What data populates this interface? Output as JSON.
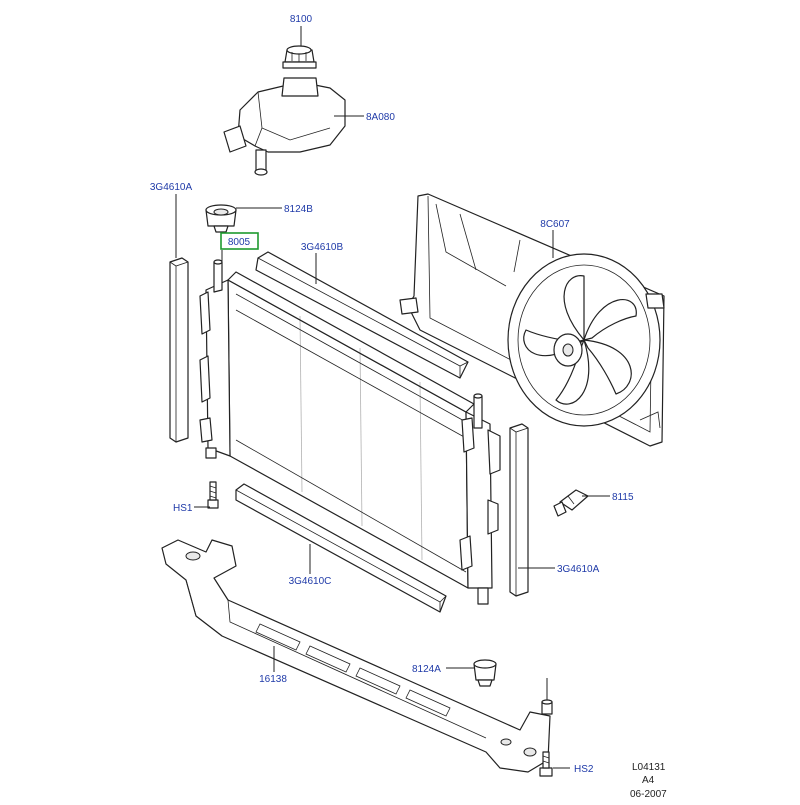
{
  "callouts": {
    "cap": "8100",
    "reservoir": "8A080",
    "mount_top": "8124B",
    "radiator": "8005",
    "strip_left": "3G4610A",
    "strip_top": "3G4610B",
    "fan_shroud": "8C607",
    "hs1": "HS1",
    "plug": "8115",
    "strip_bottom": "3G4610C",
    "strip_right": "3G4610A",
    "mount_bottom": "8124A",
    "crossmember": "16138",
    "hs2": "HS2"
  },
  "corner": {
    "code": "L04131",
    "size": "A4",
    "date": "06-2007"
  },
  "colors": {
    "callout_text": "#1f3aa8",
    "highlight_box": "#1e9a2e",
    "line": "#222222"
  }
}
